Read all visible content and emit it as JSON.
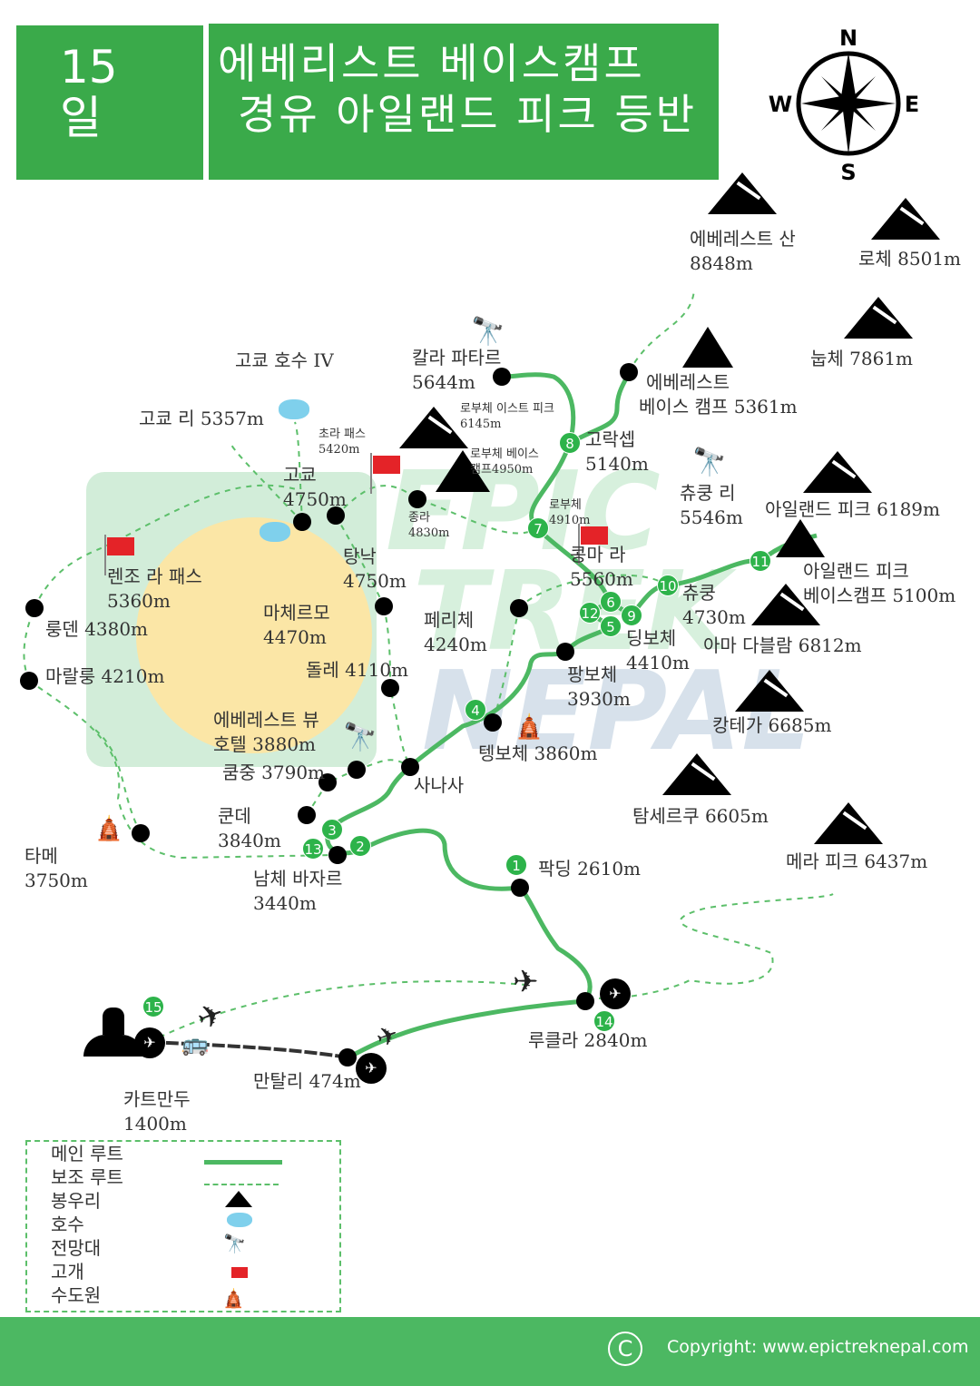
{
  "header": {
    "days_number": "15",
    "days_unit": "일",
    "title_line1": "에베리스트 베이스캠프",
    "title_line2": "경유 아일랜드 피크 등반"
  },
  "compass": {
    "n": "N",
    "s": "S",
    "e": "E",
    "w": "W"
  },
  "watermark": [
    "EPIC",
    "TREK",
    "NEPAL"
  ],
  "peaks": {
    "everest": [
      "에베레스트 산",
      "8848m"
    ],
    "lhotse": "로체 8501m",
    "nuptse": "눕체 7861m",
    "island": "아일랜드 피크 6189m",
    "amadablam": "아마 다블람 6812m",
    "kangtega": "캉테가 6685m",
    "thamserku": "탐세르쿠 6605m",
    "mera": "메라 피크 6437m",
    "lobuche_east": [
      "로부체 이스트 피크",
      "6145m"
    ]
  },
  "places": {
    "ebc": [
      "에베레스트",
      "베이스 캠프 5361m"
    ],
    "kala": [
      "칼라 파타르",
      "5644m"
    ],
    "gokyo_lake": "고쿄 호수 IV",
    "gokyo_ri": "고쿄 리 5357m",
    "chola": [
      "초라 패스",
      "5420m"
    ],
    "lobuche_bc": [
      "로부체 베이스",
      "캠프4950m"
    ],
    "gorak": [
      "고락셉",
      "5140m"
    ],
    "gokyo": [
      "고쿄",
      "4750m"
    ],
    "dzongla": [
      "종라",
      "4830m"
    ],
    "thagnak": [
      "탕낙",
      "4750m"
    ],
    "lobuche": [
      "로부체",
      "4910m"
    ],
    "chukhung_ri": [
      "츄쿵 리",
      "5546m"
    ],
    "island_bc": [
      "아일랜드 피크",
      "베이스캠프 5100m"
    ],
    "kongma": [
      "콩마 라",
      "5560m"
    ],
    "chukhung": [
      "츄쿵",
      "4730m"
    ],
    "renjo": [
      "렌조 라 패스",
      "5360m"
    ],
    "lungden": "룽덴 4380m",
    "marlung": "마랄룽 4210m",
    "machhermo": [
      "마체르모",
      "4470m"
    ],
    "pheriche": [
      "페리체",
      "4240m"
    ],
    "dingboche": [
      "딩보체",
      "4410m"
    ],
    "dole": "돌레 4110m",
    "pangboche": [
      "팡보체",
      "3930m"
    ],
    "evh": [
      "에베레스트 뷰",
      "호텔 3880m"
    ],
    "khumjung": "쿰중 3790m",
    "tengboche": "텡보체 3860m",
    "sanasa": "사나사",
    "kunde": [
      "쿤데",
      "3840m"
    ],
    "thame": [
      "타메",
      "3750m"
    ],
    "namche": [
      "남체 바자르",
      "3440m"
    ],
    "phakding": "팍딩 2610m",
    "lukla": "루클라 2840m",
    "manthali": "만탈리 474m",
    "kathmandu": [
      "카트만두",
      "1400m"
    ]
  },
  "day_markers": [
    "1",
    "2",
    "3",
    "4",
    "5",
    "6",
    "7",
    "8",
    "9",
    "10",
    "11",
    "12",
    "13",
    "14",
    "15"
  ],
  "legend": {
    "main_route": "메인 루트",
    "alt_route": "보조 루트",
    "peak": "봉우리",
    "lake": "호수",
    "viewpoint": "전망대",
    "pass": "고개",
    "monastery": "수도원"
  },
  "footer": {
    "copyright_symbol": "C",
    "copyright": "Copyright: www.epictreknepal.com"
  },
  "colors": {
    "green": "#3aaa4a",
    "route": "#4cb862",
    "flag": "#e42328",
    "lake": "#7fd0ec"
  }
}
